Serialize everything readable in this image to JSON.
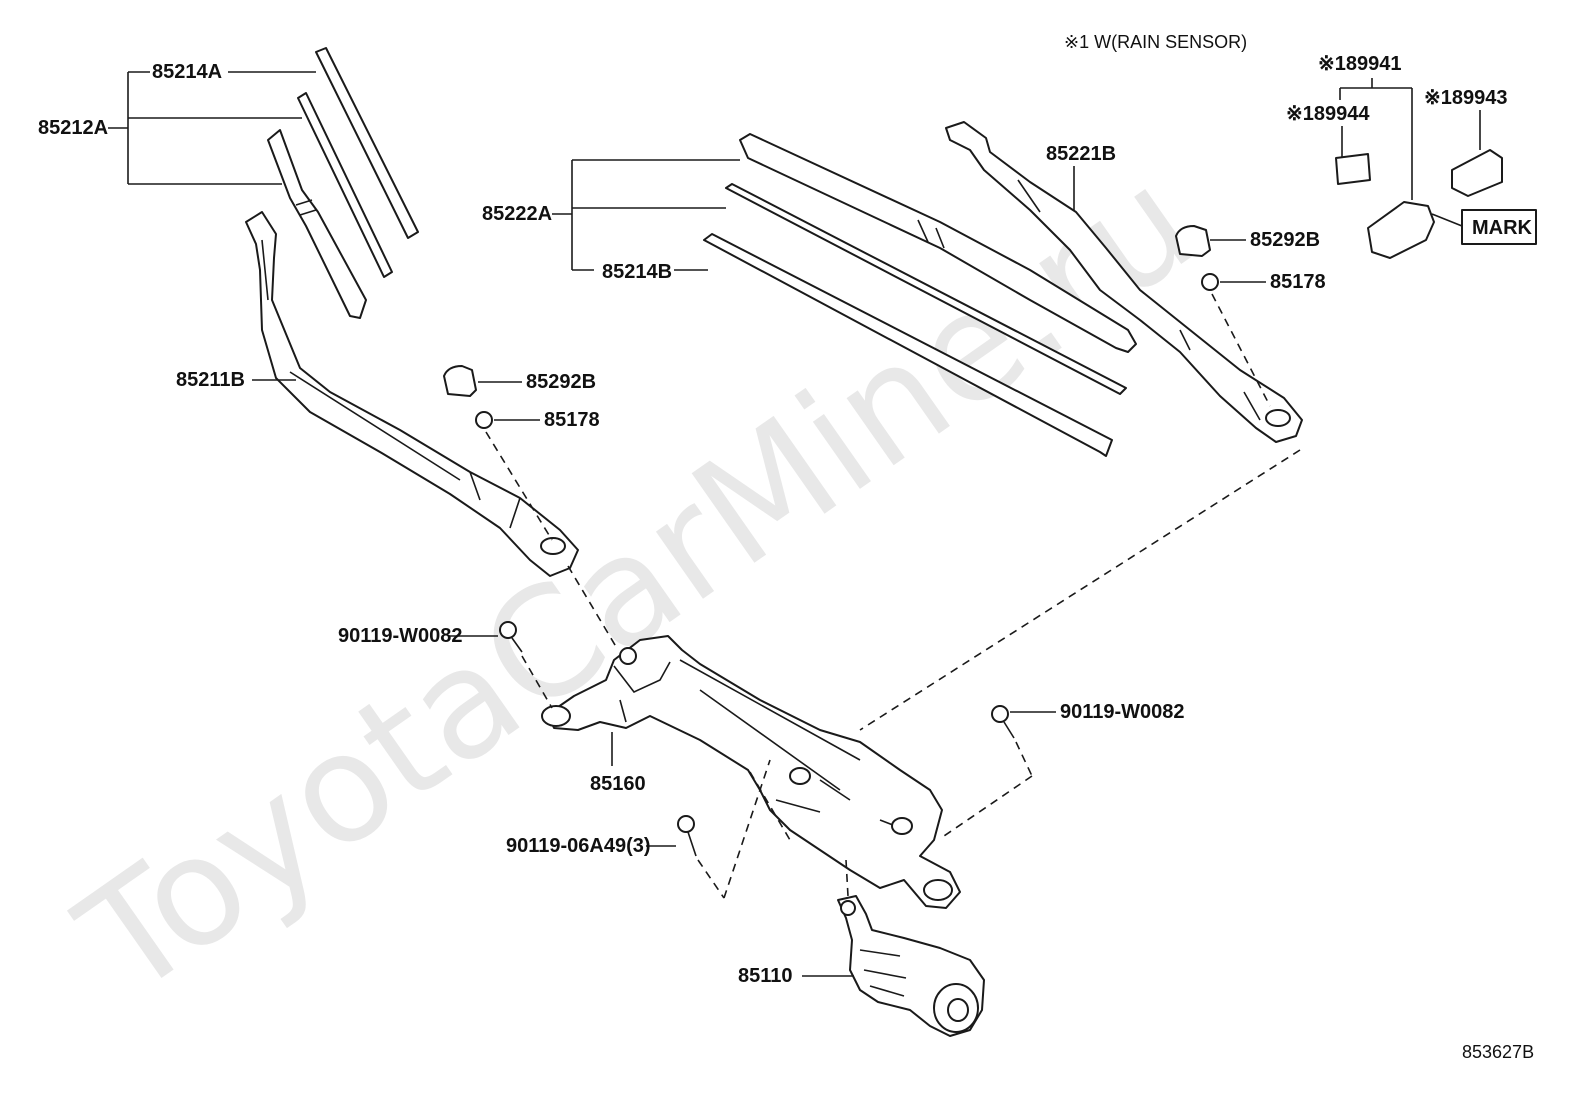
{
  "watermark": "ToyotaCarMine.ru",
  "note": "※1 W(RAIN SENSOR)",
  "figure_id": "853627B",
  "labels": {
    "p85214A": "85214A",
    "p85212A": "85212A",
    "p85222A": "85222A",
    "p85214B": "85214B",
    "p85221B": "85221B",
    "p85211B": "85211B",
    "p85292B_left": "85292B",
    "p85178_left": "85178",
    "p85292B_right": "85292B",
    "p85178_right": "85178",
    "p89941": "※189941",
    "p89944": "※189944",
    "p89943": "※189943",
    "mark": "MARK",
    "p90119_left": "90119-W0082",
    "p90119_right": "90119-W0082",
    "p85160": "85160",
    "p90119_06A49": "90119-06A49(3)",
    "p85110": "85110"
  }
}
